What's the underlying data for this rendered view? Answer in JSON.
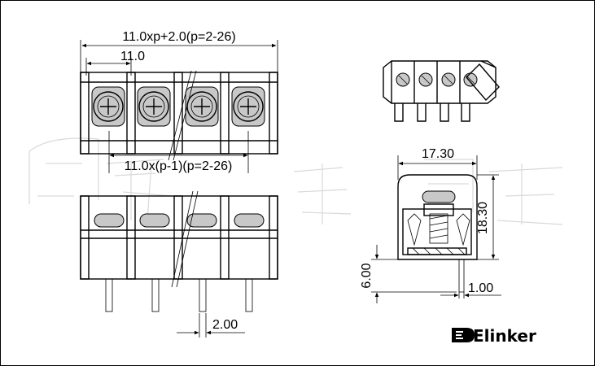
{
  "dimensions": {
    "overall_length": "11.0xp+2.0(p=2-26)",
    "pitch": "11.0",
    "inner_length": "11.0x(p-1)(p=2-26)",
    "pin_spacing": "2.00",
    "width": "17.30",
    "height": "18.30",
    "pin_length": "6.00",
    "pin_width": "1.00"
  },
  "brand": {
    "name": "Elinker"
  },
  "views": [
    "top-view",
    "front-view",
    "iso-view",
    "side-view"
  ],
  "terminal_count": 4
}
